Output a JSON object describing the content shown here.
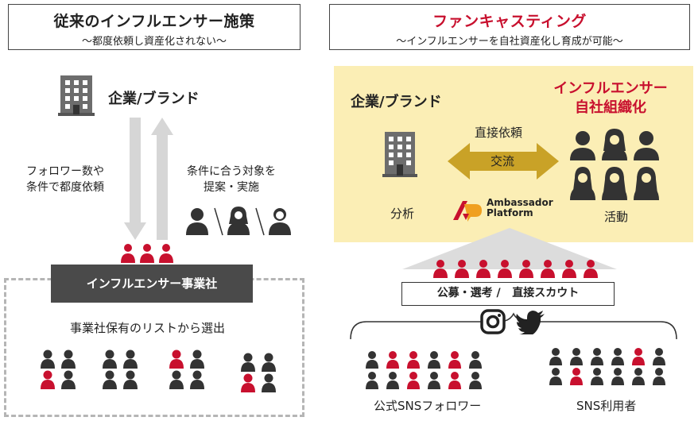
{
  "colors": {
    "accent_red": "#c8102e",
    "dark_gray": "#3d3d3d",
    "arrow_gray": "#d6d6d6",
    "yellow_bg": "#fbeeb5",
    "gold_arrow": "#c9a227",
    "dashed_border": "#b5b5b5"
  },
  "left": {
    "title": "従来のインフルエンサー施策",
    "subtitle": "〜都度依頼し資産化されない〜",
    "brand_label": "企業/ブランド",
    "arrow_left_text": [
      "フォロワー数や",
      "条件で都度依頼"
    ],
    "arrow_right_text": [
      "条件に合う対象を",
      "提案・実施"
    ],
    "agency_label": "インフルエンサー事業社",
    "agency_list_text": "事業社保有のリストから選出"
  },
  "right": {
    "title": "ファンキャスティング",
    "subtitle": "〜インフルエンサーを自社資産化し育成が可能〜",
    "brand_label": "企業/ブランド",
    "influencer_label": [
      "インフルエンサー",
      "自社組織化"
    ],
    "direct_request": "直接依頼",
    "exchange": "交流",
    "analysis": "分析",
    "activity": "活動",
    "platform_logo_text": [
      "Ambassador",
      "Platform"
    ],
    "recruit_text": "公募・選考 /   直接スカウト",
    "official_followers": "公式SNSフォロワー",
    "sns_users": "SNS利用者"
  },
  "icons": {
    "building": "building-icon",
    "person": "person-icon",
    "instagram": "instagram-icon",
    "twitter": "twitter-icon",
    "platform_logo": "ambassador-platform-logo"
  }
}
